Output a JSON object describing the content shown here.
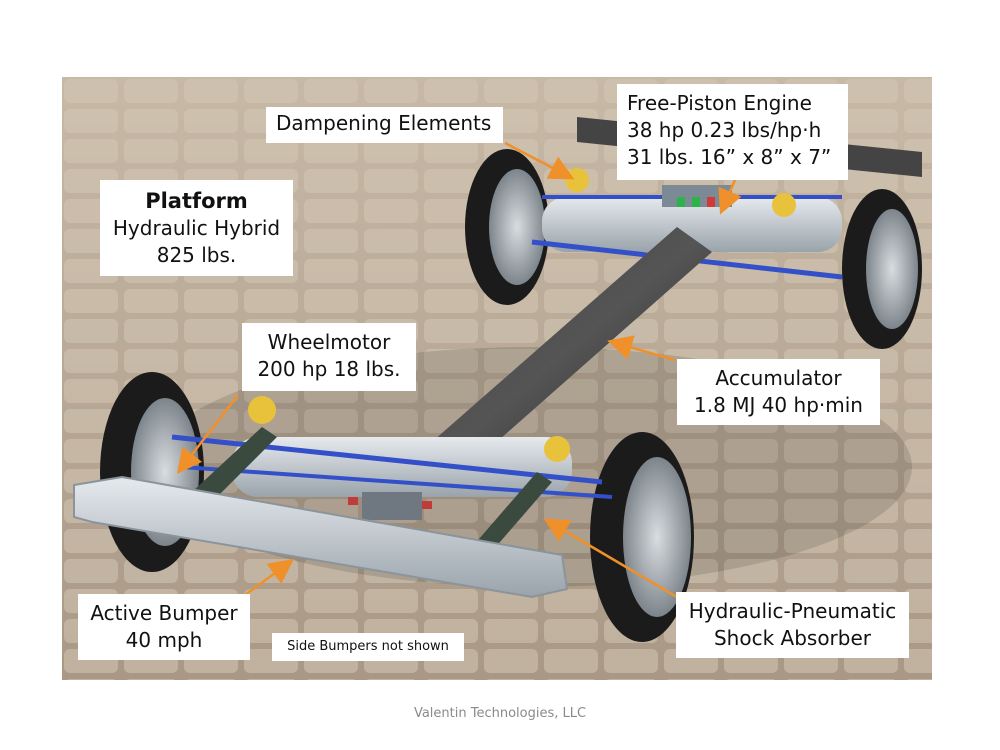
{
  "labels": {
    "dampening": "Dampening Elements",
    "engine": [
      "Free-Piston Engine",
      "38 hp   0.23 lbs/hp·h",
      "31 lbs.  16” x 8” x 7”"
    ],
    "platform": [
      "Platform",
      "Hydraulic Hybrid",
      "825 lbs."
    ],
    "wheelmotor": [
      "Wheelmotor",
      "200 hp  18 lbs."
    ],
    "accumulator": [
      "Accumulator",
      "1.8 MJ  40 hp·min"
    ],
    "bumper": [
      "Active Bumper",
      "40 mph"
    ],
    "side_note": "Side Bumpers not shown",
    "shock": [
      "Hydraulic-Pneumatic",
      "Shock Absorber"
    ]
  },
  "footer": "Valentin Technologies, LLC",
  "colors": {
    "arrow": "#f0902a",
    "frame_blue": "#3450c8",
    "tube": "#2a2a2a",
    "pavement": "#b9a894"
  }
}
